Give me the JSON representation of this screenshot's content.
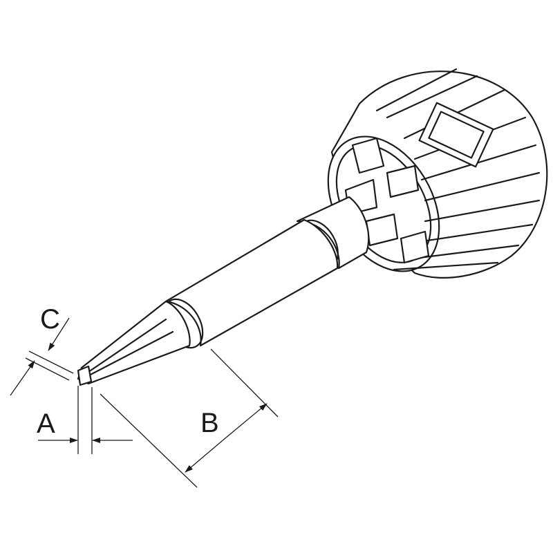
{
  "diagram": {
    "subject": "soldering-tip-chisel",
    "labels": {
      "a": "A",
      "b": "B",
      "c": "C"
    },
    "line_color": "#1a1a1a",
    "background": "#ffffff"
  }
}
